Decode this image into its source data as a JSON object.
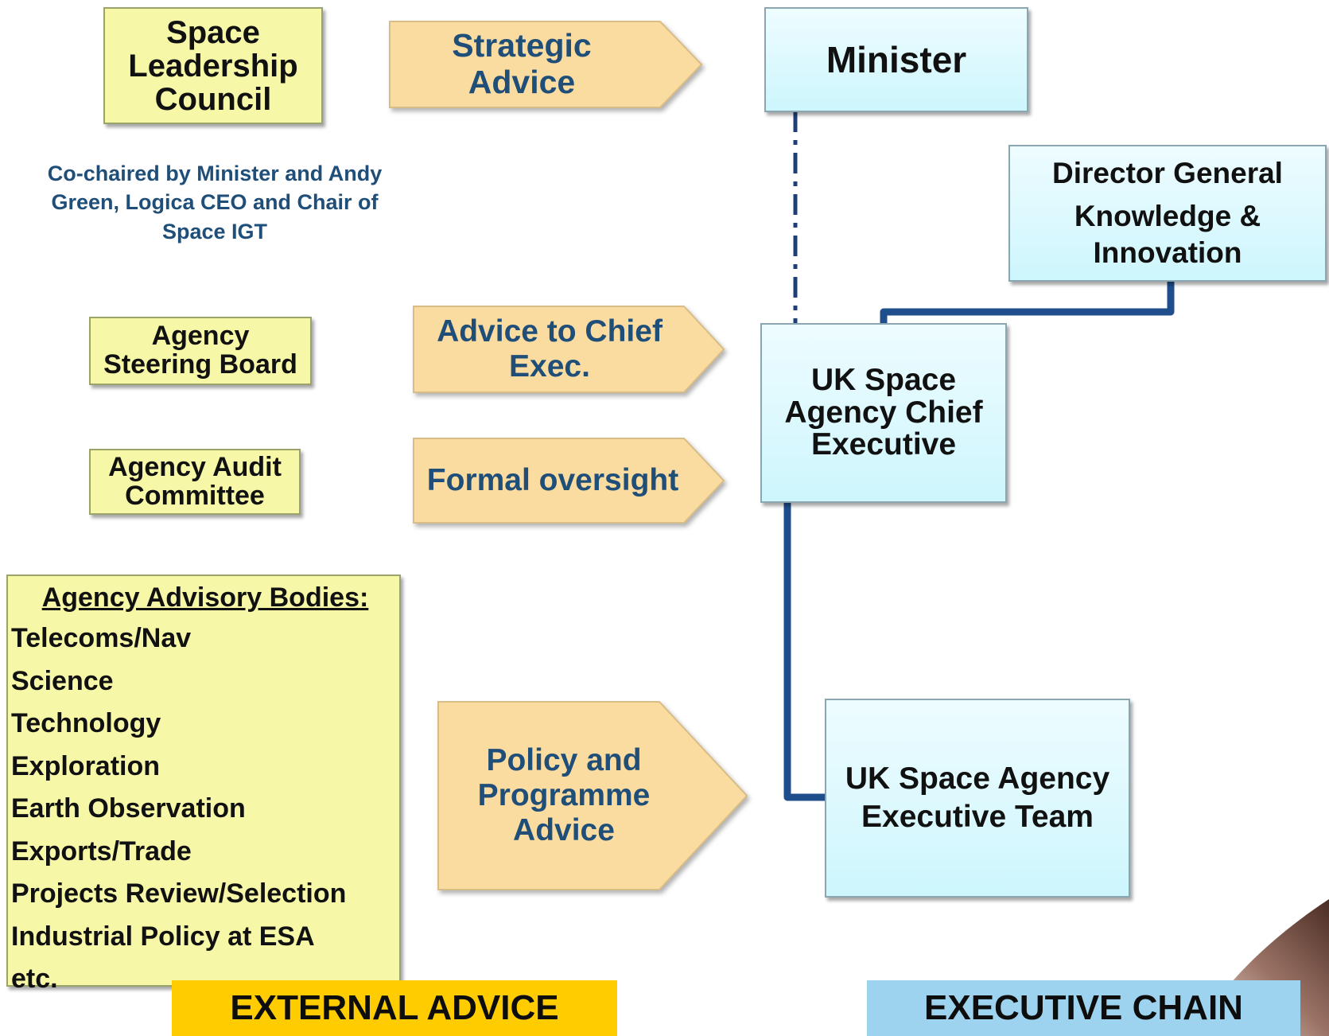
{
  "left": {
    "leadership_council": {
      "lines": [
        "Space",
        "Leadership",
        "Council"
      ]
    },
    "cochair_note": {
      "lines": [
        "Co-chaired by Minister and Andy",
        "Green, Logica CEO and Chair of",
        "Space IGT"
      ]
    },
    "steering_board": {
      "lines": [
        "Agency",
        "Steering Board"
      ]
    },
    "audit_committee": {
      "lines": [
        "Agency Audit",
        "Committee"
      ]
    },
    "advisory_bodies": {
      "title": "Agency Advisory Bodies:",
      "items": [
        "Telecoms/Nav",
        "Science",
        "Technology",
        "Exploration",
        "Earth Observation",
        "Exports/Trade",
        "Projects Review/Selection",
        "Industrial Policy at ESA",
        "etc."
      ]
    }
  },
  "arrows": {
    "strategic": {
      "lines": [
        "Strategic",
        "Advice"
      ]
    },
    "chief_exec": {
      "lines": [
        "Advice to Chief",
        "Exec."
      ]
    },
    "oversight": {
      "lines": [
        "Formal oversight"
      ]
    },
    "policy": {
      "lines": [
        "Policy and",
        "Programme",
        "Advice"
      ]
    }
  },
  "right": {
    "minister": {
      "lines": [
        "Minister"
      ]
    },
    "director_general": {
      "lines": [
        "Director General",
        "Knowledge &",
        "Innovation"
      ]
    },
    "chief_executive": {
      "lines": [
        "UK Space",
        "Agency Chief",
        "Executive"
      ]
    },
    "executive_team": {
      "lines": [
        "UK Space Agency",
        "Executive Team"
      ]
    }
  },
  "footer": {
    "external_advice": "EXTERNAL ADVICE",
    "executive_chain": "EXECUTIVE CHAIN"
  },
  "colors": {
    "advice_box_fill": "#f7f7a8",
    "arrow_fill": "#fbdca0",
    "exec_box_fill": "#d3f7fd",
    "connector": "#1f4e8c",
    "text_blue": "#1f4e79",
    "external_label_bg": "#ffcc00",
    "executive_label_bg": "#9dd3ef"
  }
}
